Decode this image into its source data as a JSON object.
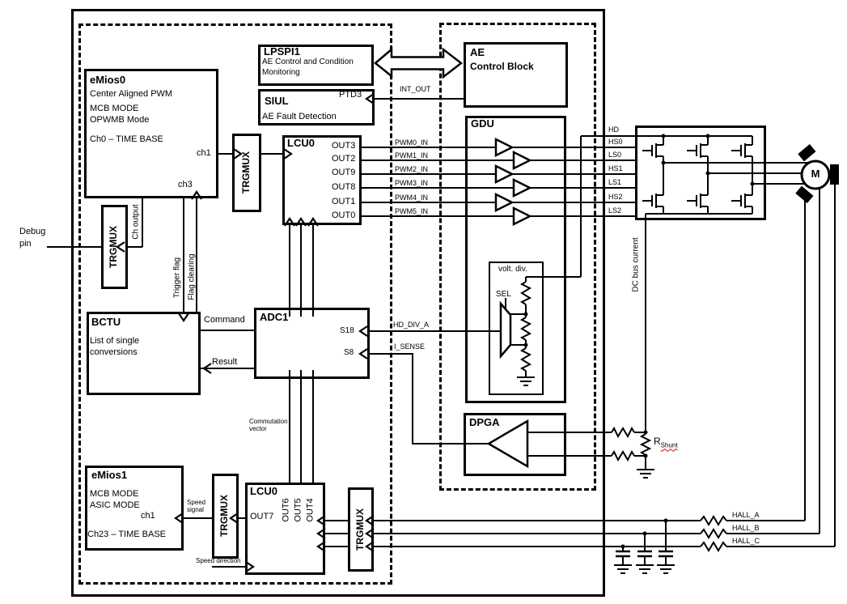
{
  "blocks": {
    "emios0": {
      "title": "eMios0",
      "lines": [
        "Center Aligned PWM",
        "MCB MODE",
        "OPWMB Mode",
        "Ch0 – TIME BASE"
      ],
      "ch1": "ch1",
      "ch3": "ch3"
    },
    "trgmux_label": "TRGMUX",
    "lcu0_top": {
      "title": "LCU0",
      "outs": [
        "OUT3",
        "OUT2",
        "OUT9",
        "OUT8",
        "OUT1",
        "OUT0"
      ]
    },
    "lpspi1": {
      "title": "LPSPI1",
      "lines": [
        "AE Control and Condition",
        "Monitoring"
      ]
    },
    "siul": {
      "title": "SIUL",
      "pin": "PTD3",
      "desc": "AE Fault Detection"
    },
    "ae": {
      "title": "AE",
      "subtitle": "Control Block"
    },
    "gdu": {
      "title": "GDU"
    },
    "voltdiv": {
      "title": "volt. div.",
      "sel": "SEL"
    },
    "dpga": {
      "title": "DPGA"
    },
    "adc1": {
      "title": "ADC1",
      "s18": "S18",
      "s8": "S8"
    },
    "bctu": {
      "title": "BCTU",
      "lines": [
        "List of single",
        "conversions"
      ]
    },
    "emios1": {
      "title": "eMios1",
      "lines": [
        "MCB MODE",
        "ASIC MODE"
      ],
      "ch1": "ch1",
      "timebase": "Ch23 – TIME BASE"
    },
    "lcu0_bottom": {
      "title": "LCU0",
      "out7": "OUT7",
      "outs_top": [
        "OUT6",
        "OUT5",
        "OUT4"
      ]
    },
    "motor": "M"
  },
  "signals": {
    "pwm": [
      "PWM0_IN",
      "PWM1_IN",
      "PWM2_IN",
      "PWM3_IN",
      "PWM4_IN",
      "PWM5_IN"
    ],
    "gate": [
      "HD",
      "HS0",
      "LS0",
      "HS1",
      "LS1",
      "HS2",
      "LS2"
    ],
    "hall": [
      "HALL_A",
      "HALL_B",
      "HALL_C"
    ],
    "int_out": "INT_OUT",
    "hd_div_a": "HD_DIV_A",
    "i_sense": "I_SENSE",
    "command": "Command",
    "result": "Result",
    "trigger_flag": "Trigger flag",
    "flag_clearing": "Flag clearing",
    "ch_output": "Ch output",
    "debug_pin": [
      "Debug",
      "pin"
    ],
    "dc_bus_current": "DC bus current",
    "speed_signal": [
      "Speed",
      "signal"
    ],
    "speed_direction": "Speed direction",
    "commutation_vector": [
      "Commutation",
      "vector"
    ],
    "r_shunt": {
      "base": "R",
      "sub": "Shunt"
    }
  },
  "colors": {
    "line": "#000000",
    "background": "#ffffff",
    "spellcheck_underline": "#e00000"
  }
}
